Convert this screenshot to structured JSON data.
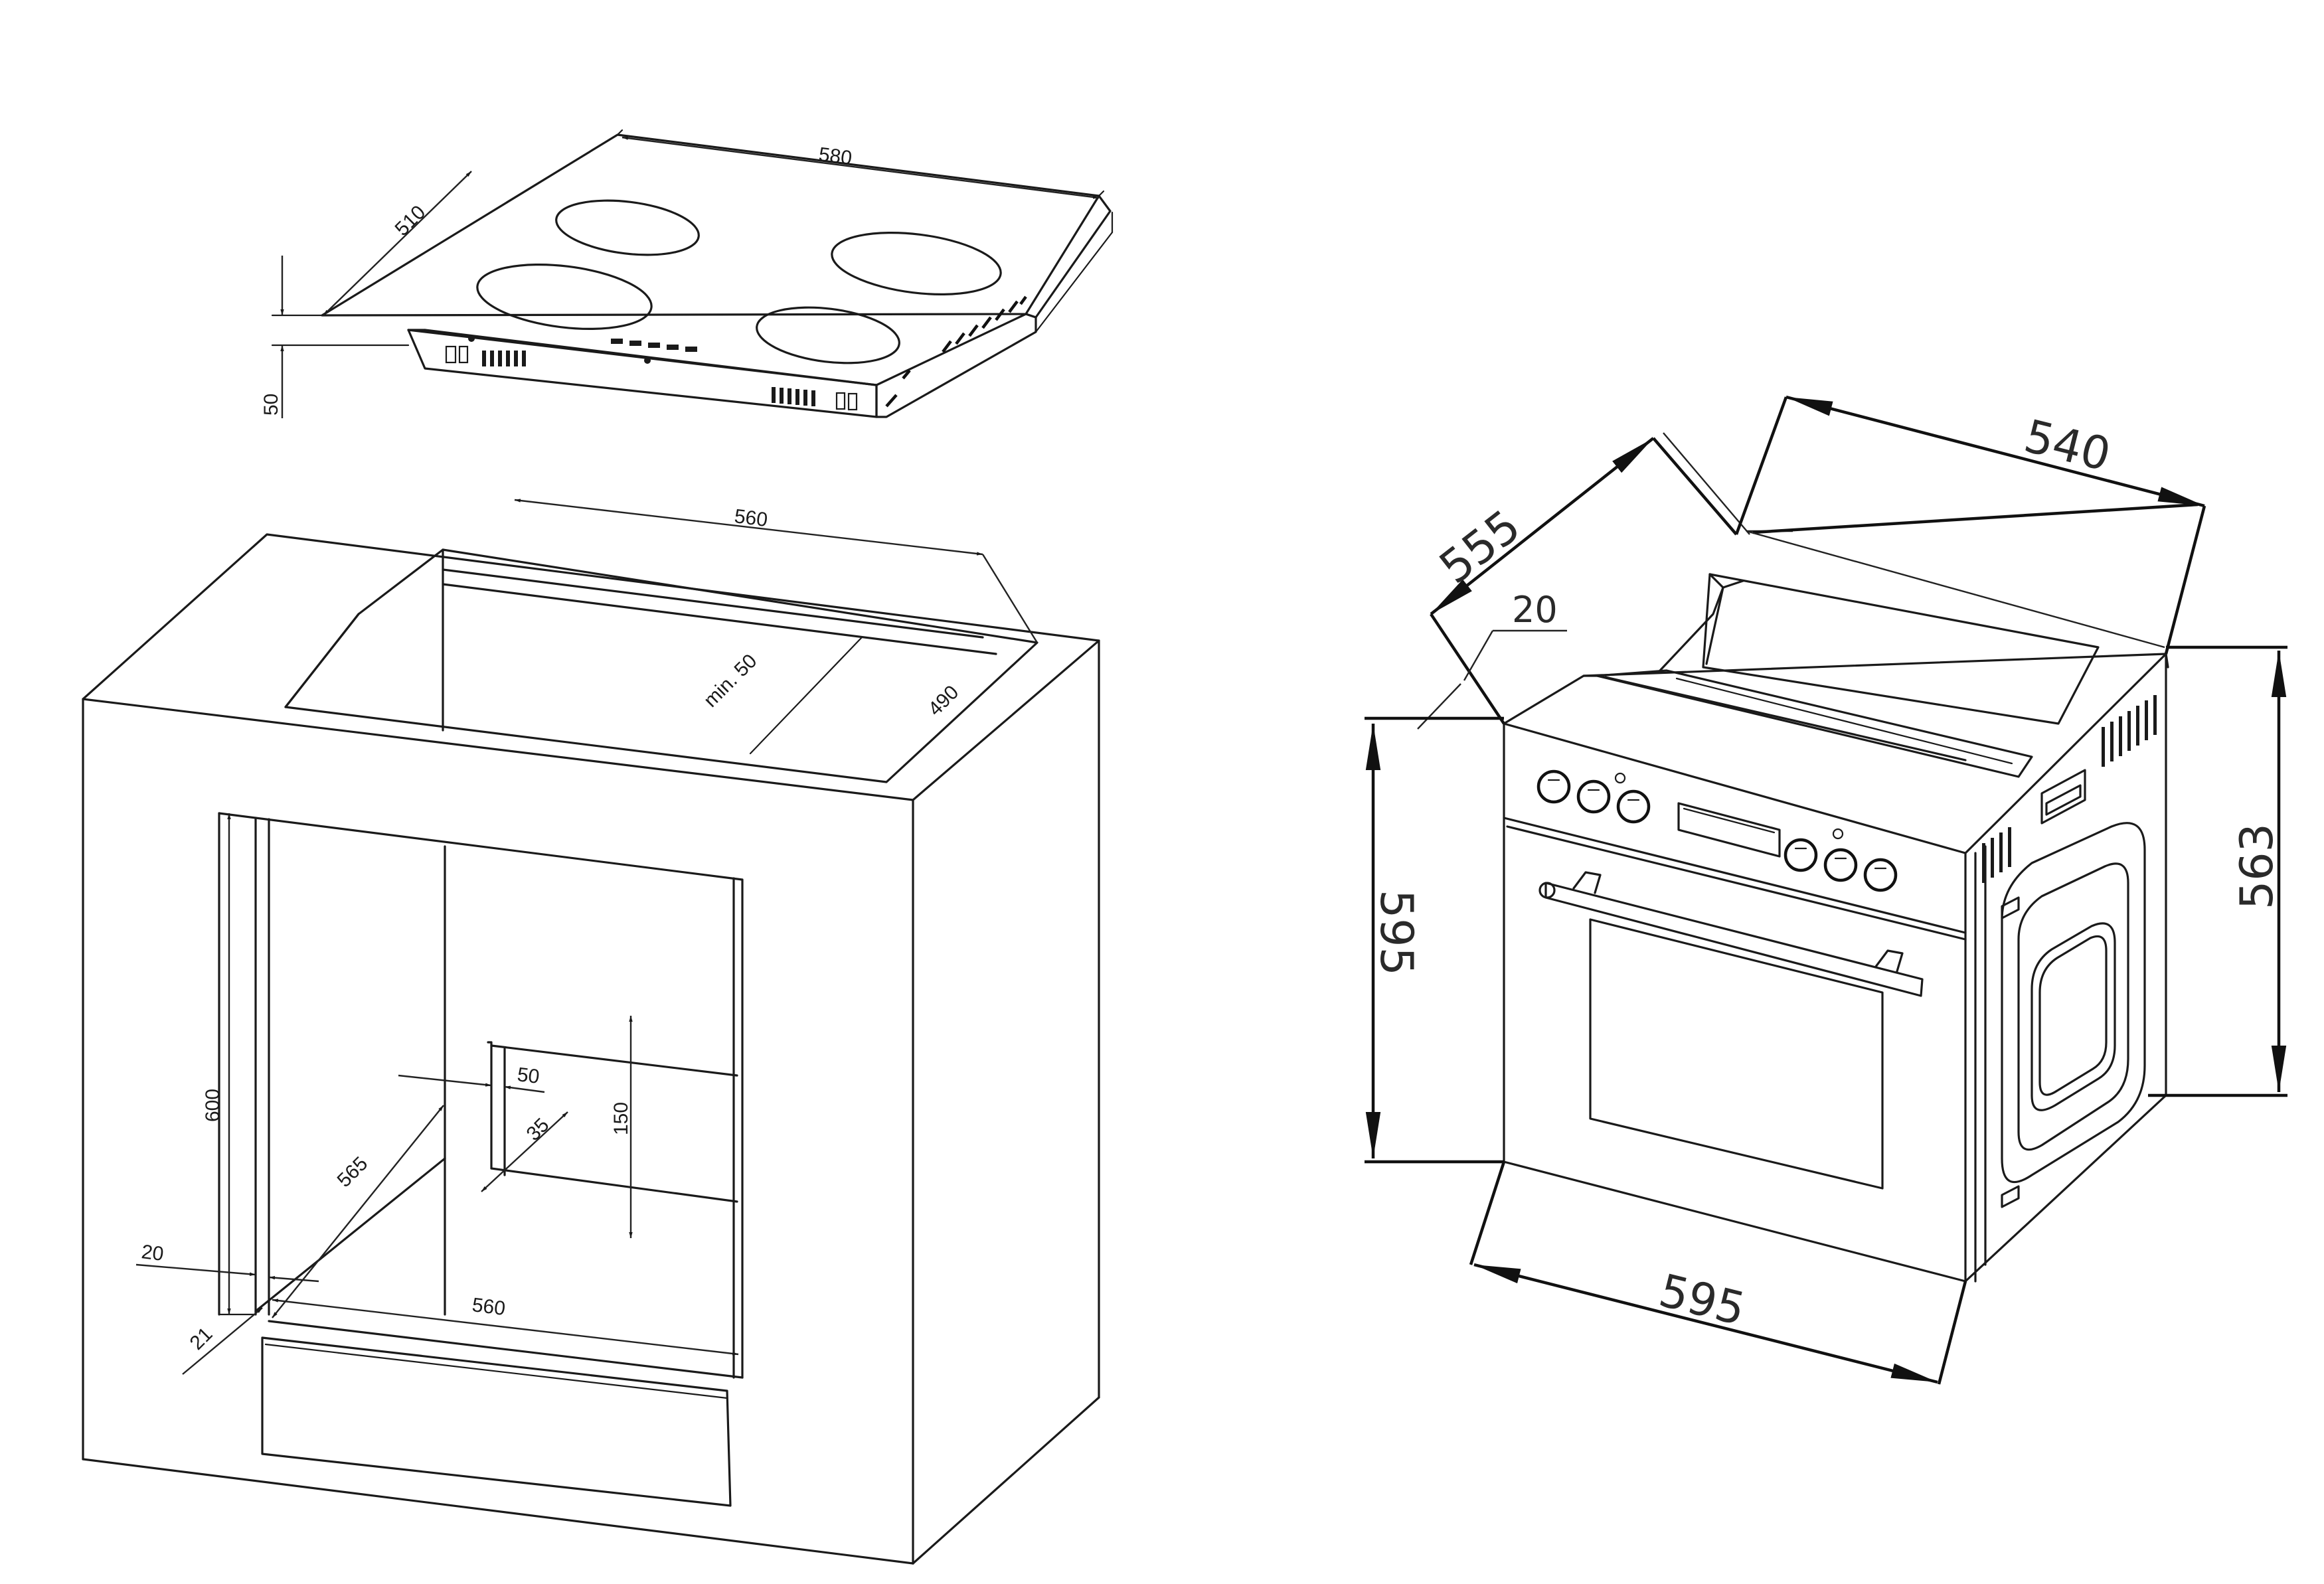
{
  "hob": {
    "width": "580",
    "depth": "510",
    "height": "50"
  },
  "cabinet": {
    "cutout_width": "560",
    "cutout_depth": "490",
    "min_clearance": "min. 50",
    "niche_height": "600",
    "niche_depth": "565",
    "niche_width": "560",
    "side_gap": "20",
    "bottom_gap": "21",
    "vent_width": "50",
    "vent_height": "150",
    "vent_offset": "35"
  },
  "oven": {
    "depth": "555",
    "top_width": "540",
    "front_offset": "20",
    "front_height": "595",
    "front_width": "595",
    "body_height": "563"
  }
}
